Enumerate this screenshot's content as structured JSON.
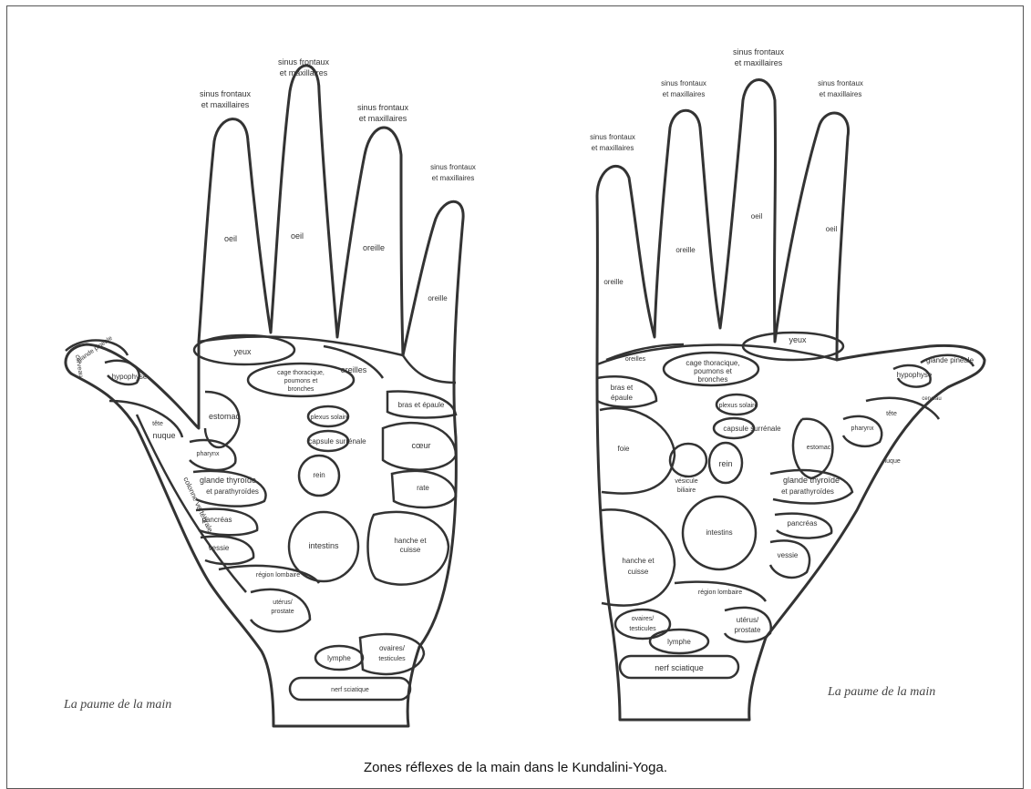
{
  "caption": "Zones réflexes de la main dans le Kundalini-Yoga.",
  "left_hand": {
    "caption": "La paume de la main",
    "labels": {
      "f1_top": "sinus frontaux",
      "f1_bot": "et maxillaires",
      "f2_top": "sinus frontaux",
      "f2_bot": "et maxillaires",
      "f3_top": "sinus frontaux",
      "f3_bot": "et maxillaires",
      "f4_top": "sinus frontaux",
      "f4_bot": "et maxillaires",
      "oeil1": "oeil",
      "oeil2": "oeil",
      "oreille1": "oreille",
      "oreille2": "oreille",
      "yeux": "yeux",
      "oreilles": "oreilles",
      "cage1": "cage thoracique,",
      "cage2": "poumons et",
      "cage3": "bronches",
      "bras": "bras et épaule",
      "estomac": "estomac",
      "plexus": "plexus solaire",
      "capsule": "capsule surrénale",
      "coeur": "cœur",
      "rein": "rein",
      "rate": "rate",
      "hanche1": "hanche et",
      "hanche2": "cuisse",
      "intestins": "intestins",
      "hypophyse": "hypophyse",
      "glande_pineale": "glande pinéale",
      "cerveau": "cerveau",
      "tete1": "tête",
      "tete2": "nuque",
      "pharynx": "pharynx",
      "thyroide1": "glande thyroïde",
      "thyroide2": "et parathyroïdes",
      "colonne": "colonne vertébrale",
      "pancreas": "pancréas",
      "vessie": "vessie",
      "lombaire": "région lombaire",
      "uterus1": "utérus/",
      "uterus2": "prostate",
      "ovaires1": "ovaires/",
      "ovaires2": "testicules",
      "lymphe": "lymphe",
      "sciatique": "nerf sciatique"
    }
  },
  "right_hand": {
    "caption": "La paume de la main",
    "labels": {
      "f1_top": "sinus frontaux",
      "f1_bot": "et maxillaires",
      "f2_top": "sinus frontaux",
      "f2_bot": "et maxillaires",
      "f3_top": "sinus frontaux",
      "f3_bot": "et maxillaires",
      "f4_top": "sinus frontaux",
      "f4_bot": "et maxillaires",
      "oeil1": "oeil",
      "oeil2": "oeil",
      "oreille1": "oreille",
      "oreille2": "oreille",
      "yeux": "yeux",
      "oreilles": "oreilles",
      "cage1": "cage thoracique,",
      "cage2": "poumons et",
      "cage3": "bronches",
      "bras1": "bras et",
      "bras2": "épaule",
      "plexus": "plexus solaire",
      "capsule": "capsule surrénale",
      "foie": "foie",
      "vesicule1": "vésicule",
      "vesicule2": "biliaire",
      "rein": "rein",
      "estomac": "estomac",
      "intestins": "intestins",
      "hanche1": "hanche et",
      "hanche2": "cuisse",
      "hypophyse": "hypophyse",
      "glande_pineale": "glande pinéale",
      "cerveau": "cerveau",
      "tete": "tête",
      "pharynx": "pharynx",
      "nuque": "nuque",
      "thyroide1": "glande thyroïde",
      "thyroide2": "et parathyroïdes",
      "pancreas": "pancréas",
      "vessie": "vessie",
      "lombaire": "région lombaire",
      "ovaires1": "ovaires/",
      "ovaires2": "testicules",
      "uterus1": "utérus/",
      "uterus2": "prostate",
      "lymphe": "lymphe",
      "sciatique": "nerf sciatique"
    }
  }
}
